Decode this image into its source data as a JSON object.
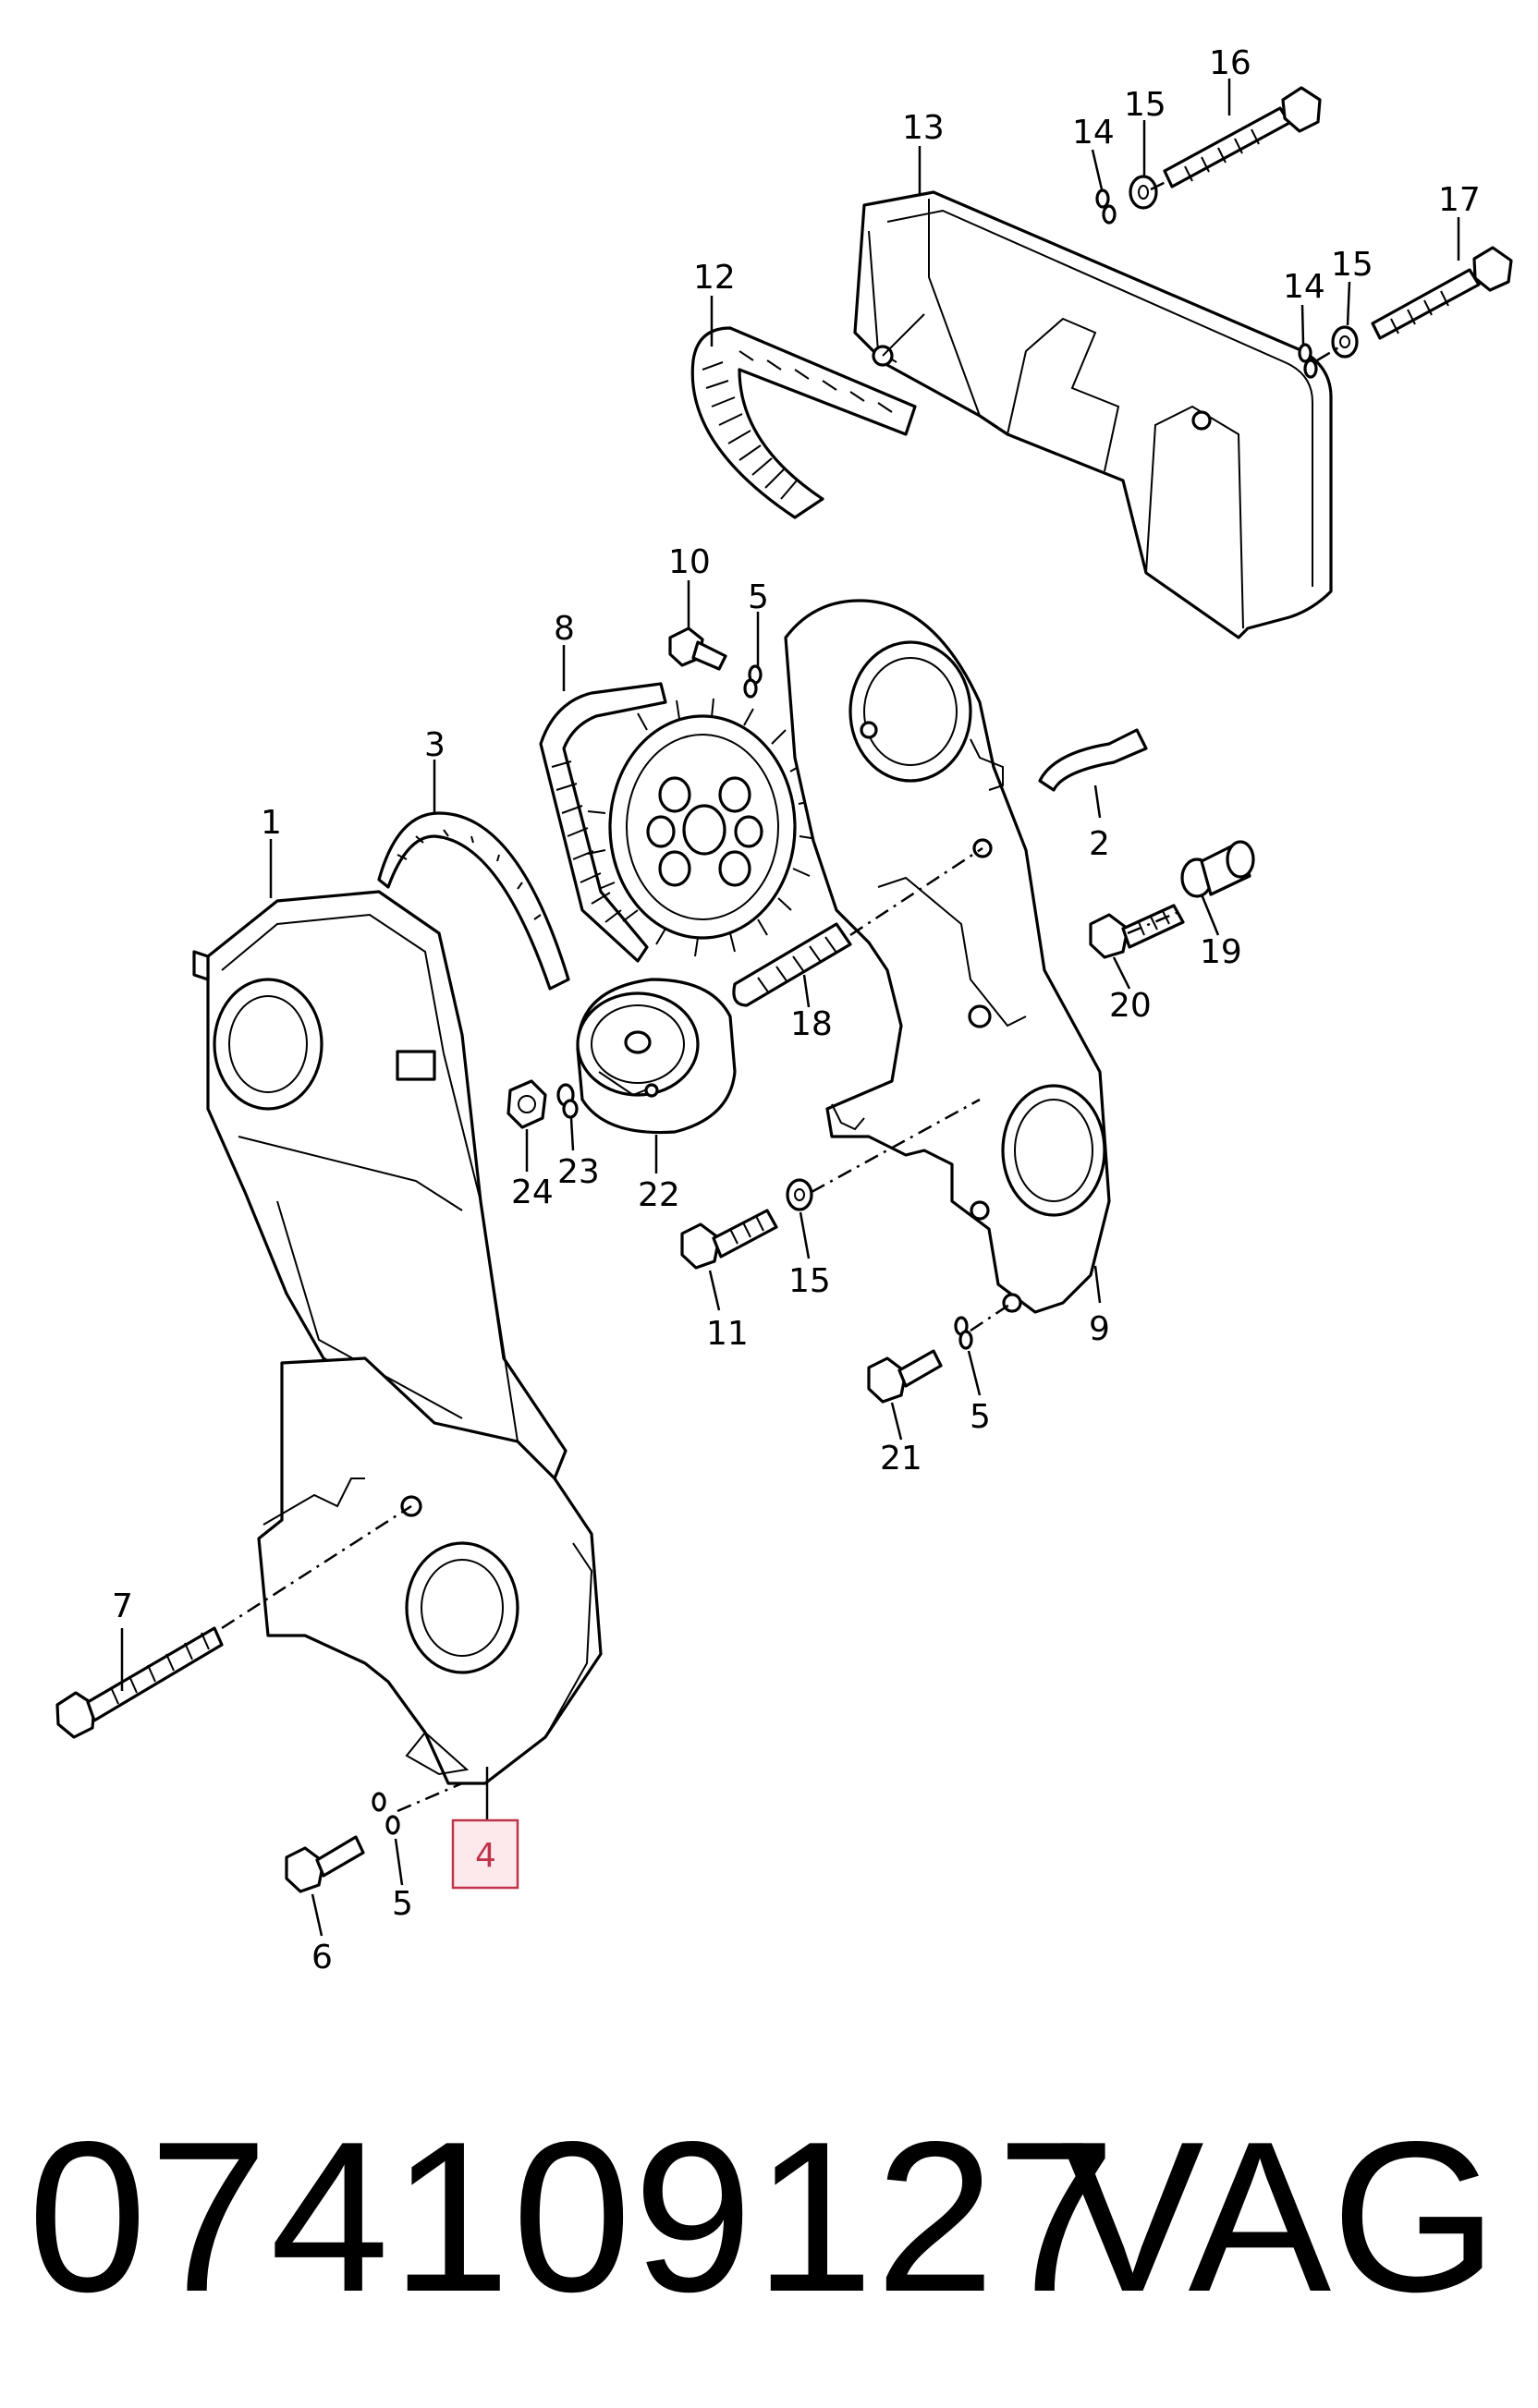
{
  "callouts": {
    "c1": "1",
    "c2": "2",
    "c3": "3",
    "c4": "4",
    "c5a": "5",
    "c5b": "5",
    "c5c": "5",
    "c6": "6",
    "c7": "7",
    "c8": "8",
    "c9": "9",
    "c10": "10",
    "c11": "11",
    "c12": "12",
    "c13": "13",
    "c14a": "14",
    "c14b": "14",
    "c15a": "15",
    "c15b": "15",
    "c15c": "15",
    "c16": "16",
    "c17": "17",
    "c18": "18",
    "c19": "19",
    "c20": "20",
    "c21": "21",
    "c22": "22",
    "c23": "23",
    "c24": "24"
  },
  "highlighted_callout": "4",
  "highlight_color": "#c0344a",
  "footer": {
    "part_number": "074109127",
    "brand": "VAG"
  }
}
